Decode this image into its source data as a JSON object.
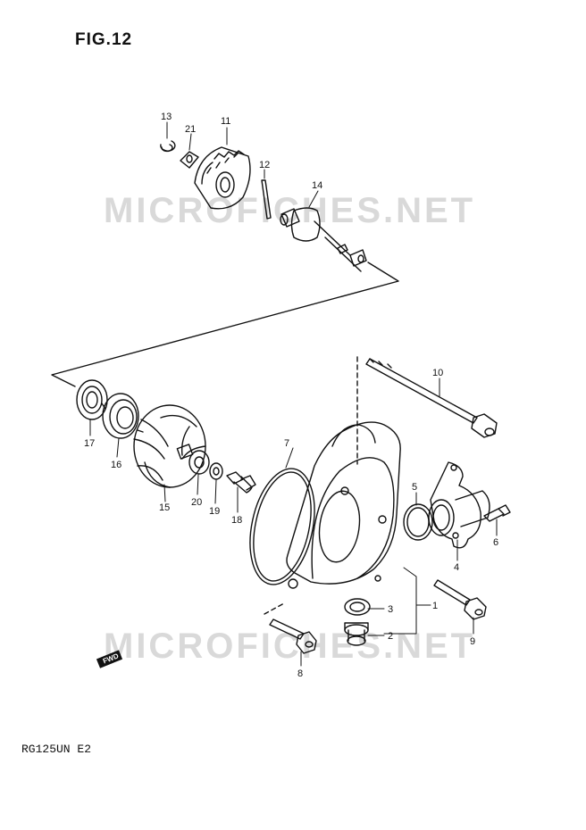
{
  "figure": {
    "title": "FIG.12",
    "model_code": "RG125UN  E2",
    "watermark": "MICROFICHES.NET",
    "fwd_label": "FWD"
  },
  "parts": [
    {
      "id": "p1",
      "label": "1"
    },
    {
      "id": "p2",
      "label": "2"
    },
    {
      "id": "p3",
      "label": "3"
    },
    {
      "id": "p4",
      "label": "4"
    },
    {
      "id": "p5",
      "label": "5"
    },
    {
      "id": "p6",
      "label": "6"
    },
    {
      "id": "p7",
      "label": "7"
    },
    {
      "id": "p8",
      "label": "8"
    },
    {
      "id": "p9",
      "label": "9"
    },
    {
      "id": "p10",
      "label": "10"
    },
    {
      "id": "p11",
      "label": "11"
    },
    {
      "id": "p12",
      "label": "12"
    },
    {
      "id": "p13",
      "label": "13"
    },
    {
      "id": "p14",
      "label": "14"
    },
    {
      "id": "p15",
      "label": "15"
    },
    {
      "id": "p16",
      "label": "16"
    },
    {
      "id": "p17",
      "label": "17"
    },
    {
      "id": "p18",
      "label": "18"
    },
    {
      "id": "p19",
      "label": "19"
    },
    {
      "id": "p20",
      "label": "20"
    },
    {
      "id": "p21",
      "label": "21"
    }
  ]
}
